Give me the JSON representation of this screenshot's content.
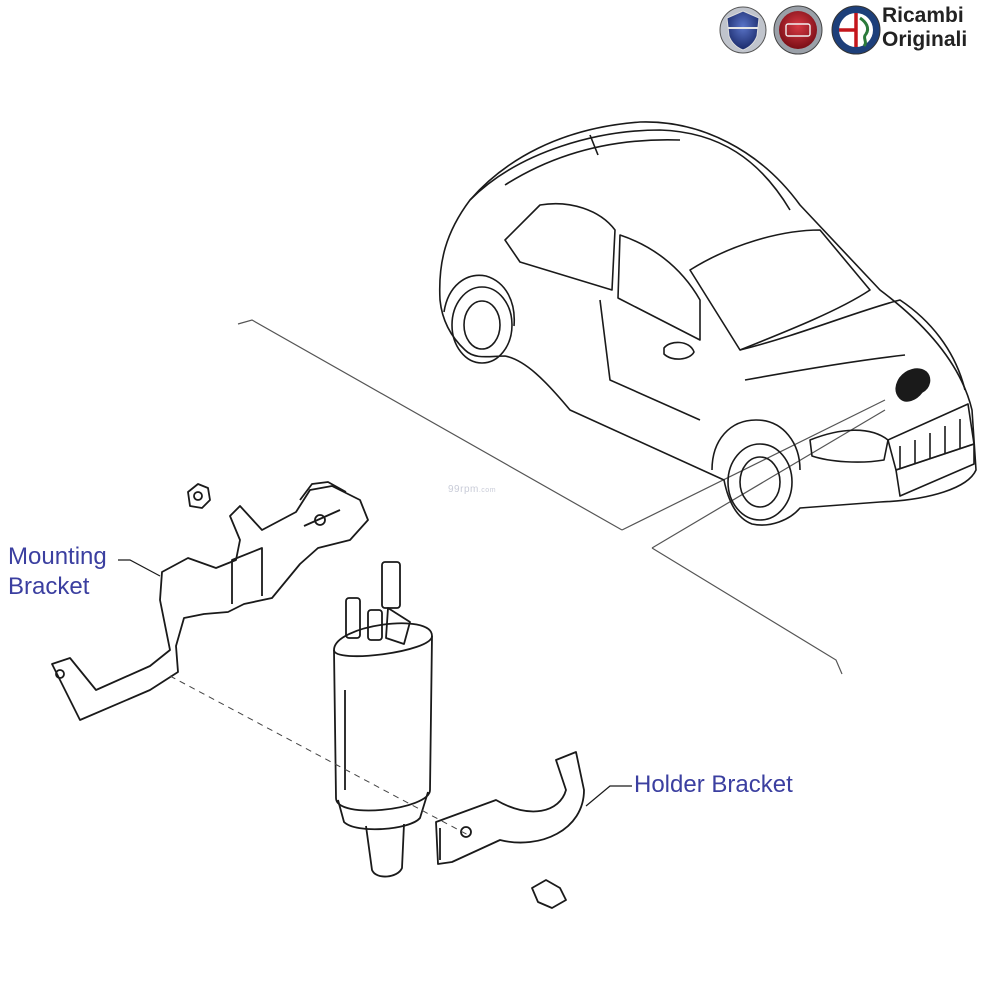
{
  "brand": {
    "logos": [
      "lancia-badge",
      "fiat-badge",
      "alfa-romeo-badge"
    ],
    "logo_colors": {
      "lancia": "#2b3e8c",
      "fiat": "#b01e2a",
      "alfa_romeo": "#1d3f7a"
    },
    "text_line1": "Ricambi",
    "text_line2": "Originali"
  },
  "watermark": {
    "main": "99rpm",
    "suffix": ".com"
  },
  "labels": {
    "mounting_bracket_line1": "Mounting",
    "mounting_bracket_line2": "Bracket",
    "holder_bracket": "Holder Bracket"
  },
  "colors": {
    "label_text": "#3b3fa0",
    "line_art": "#1a1a1a",
    "background": "#ffffff"
  }
}
